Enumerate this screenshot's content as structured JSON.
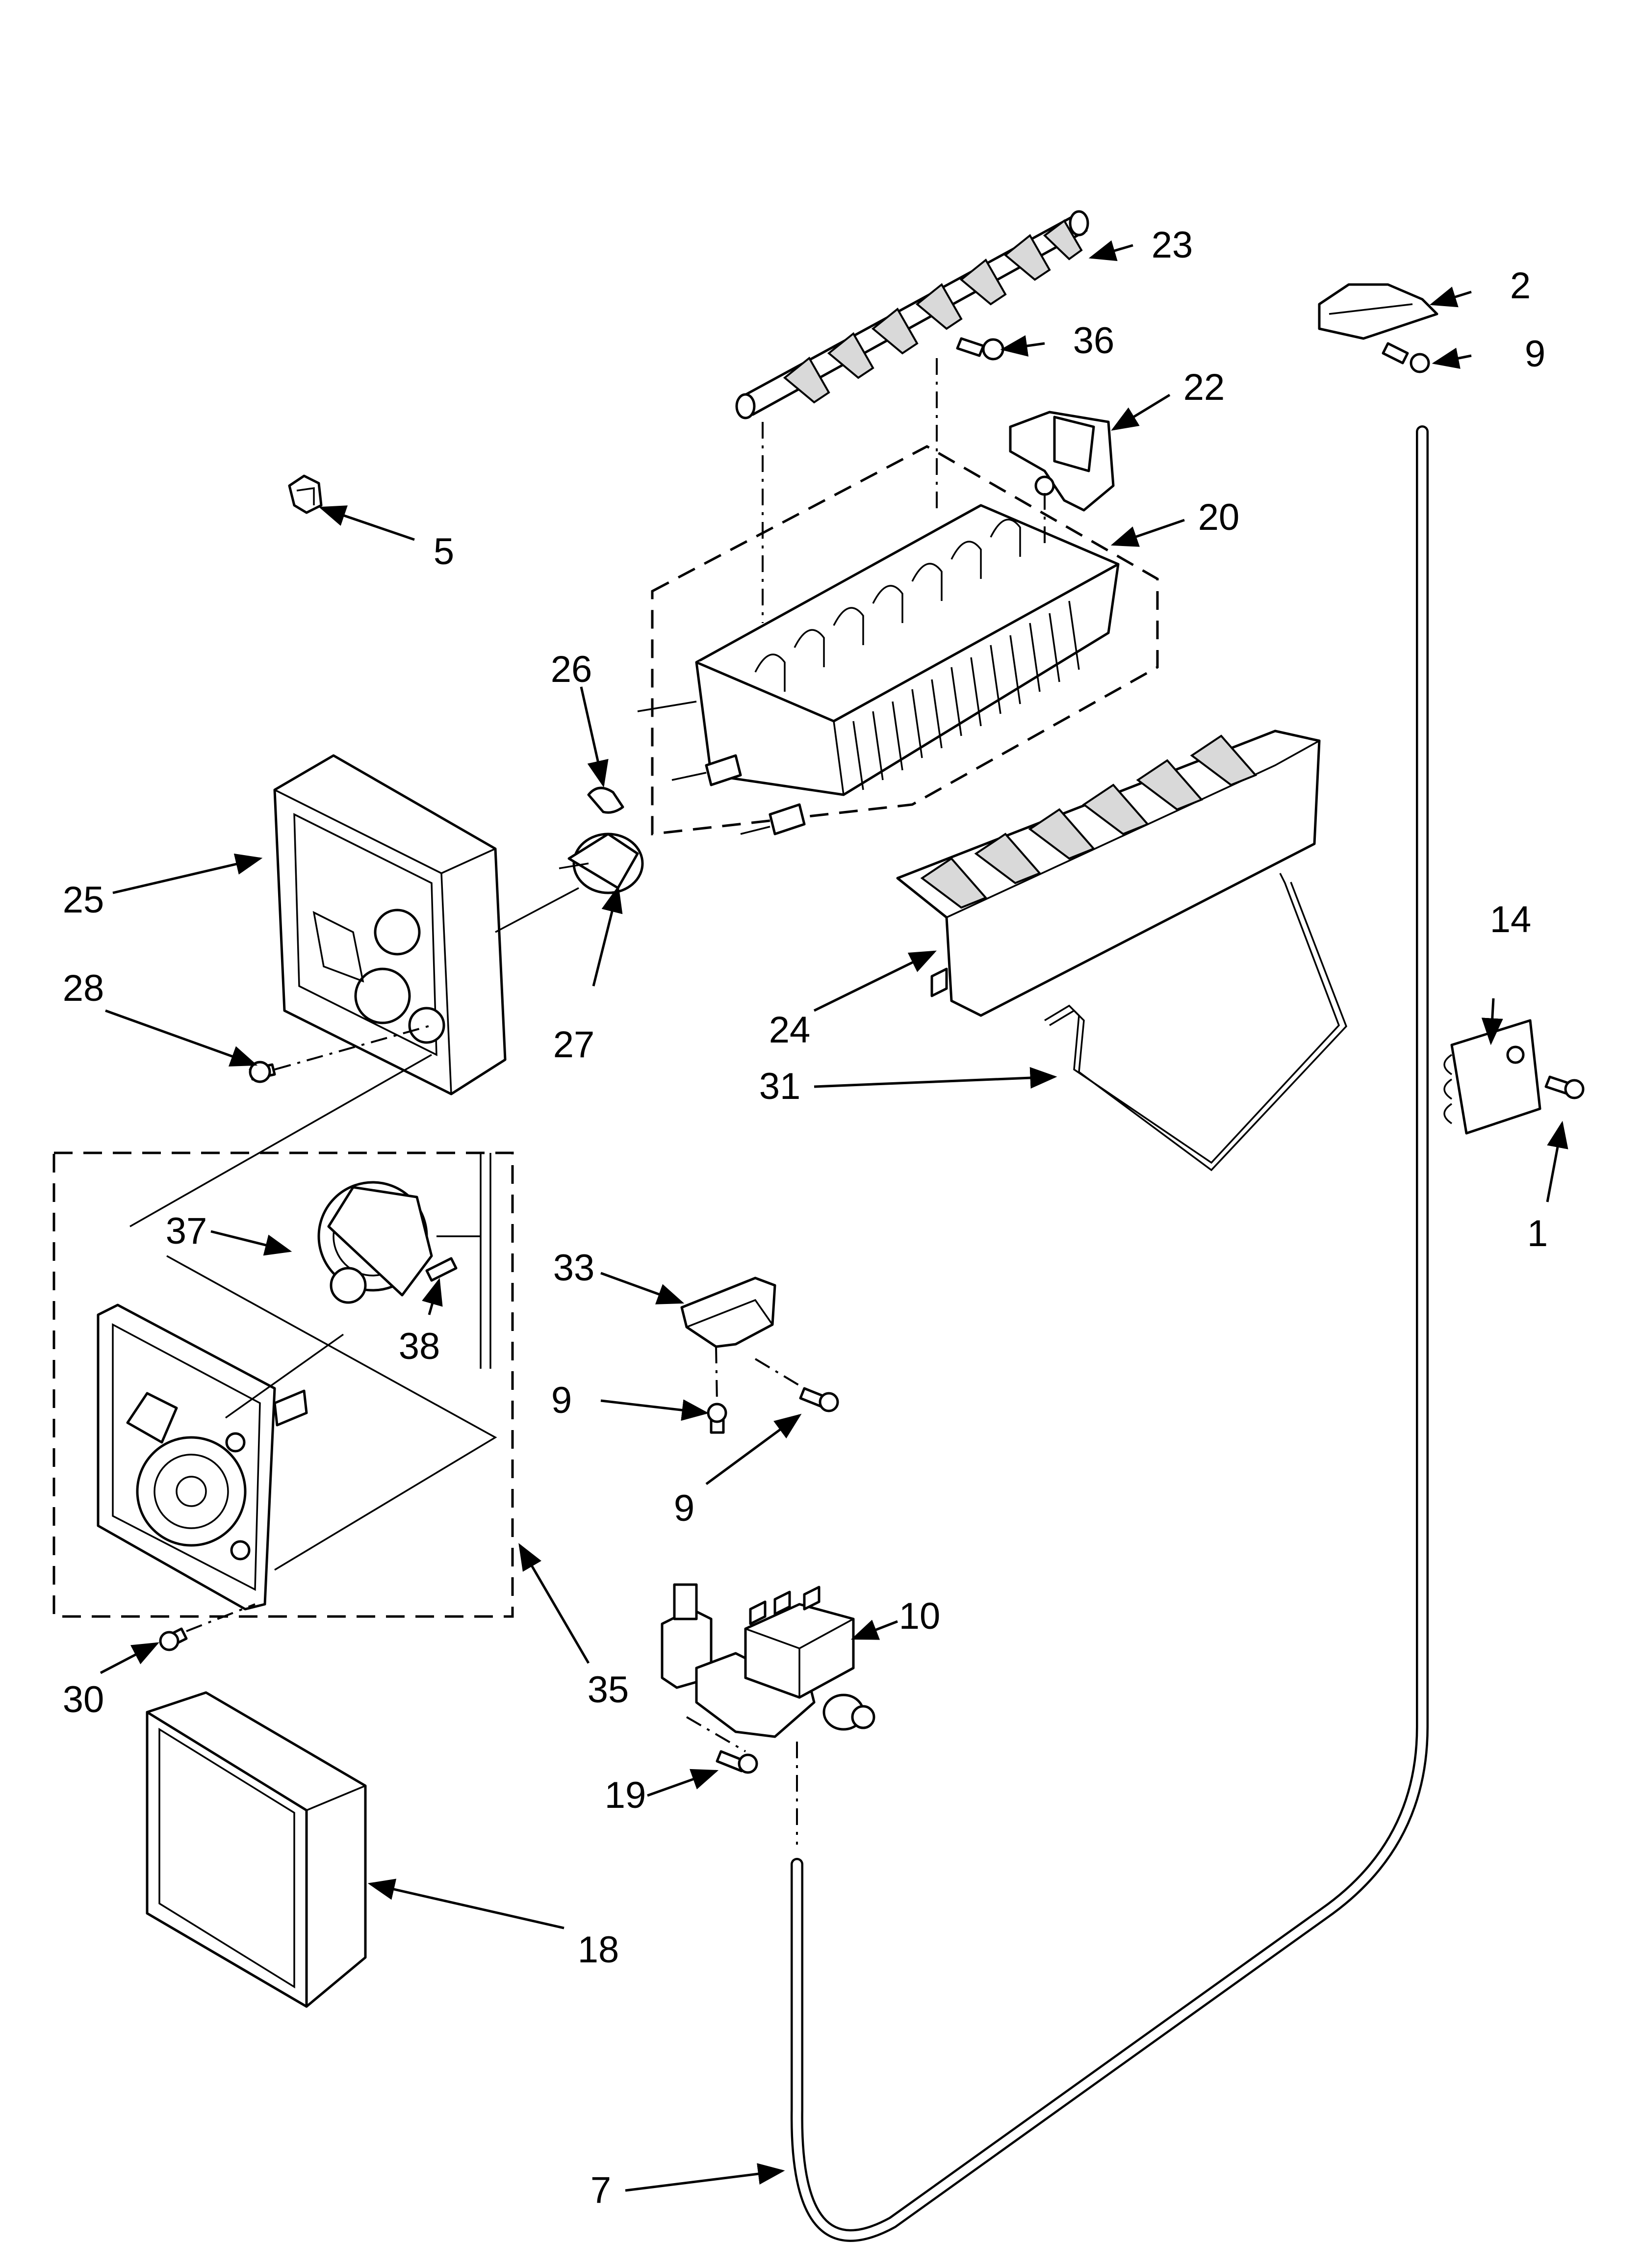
{
  "callouts": [
    "1",
    "2",
    "5",
    "7",
    "9",
    "9",
    "9",
    "10",
    "14",
    "18",
    "19",
    "20",
    "22",
    "23",
    "24",
    "25",
    "26",
    "27",
    "28",
    "30",
    "31",
    "33",
    "35",
    "36",
    "37",
    "38"
  ]
}
